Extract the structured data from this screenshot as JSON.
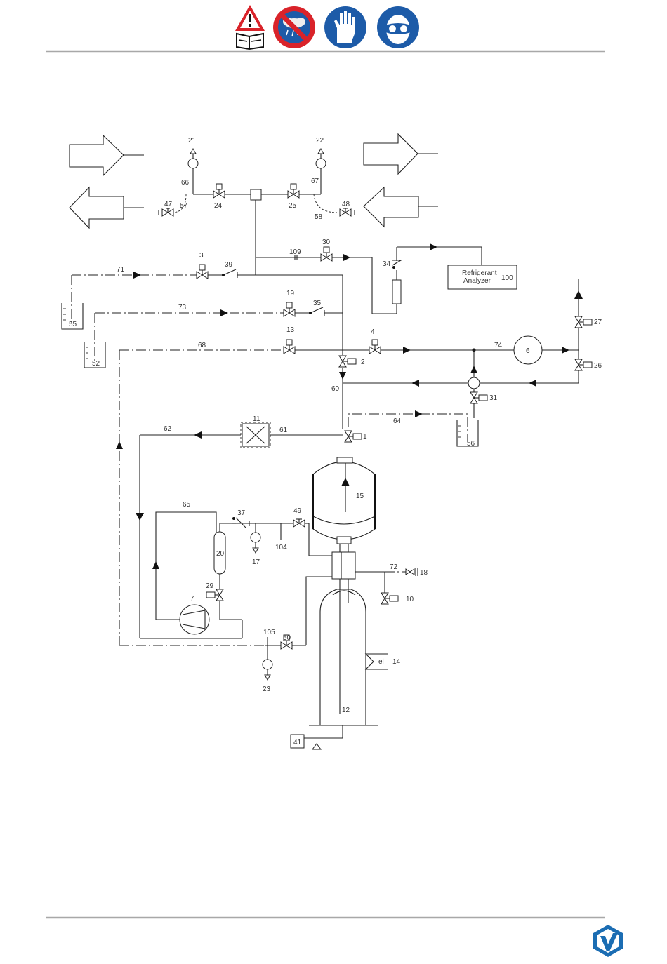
{
  "header": {
    "safety_icons": [
      "read-manual-warning-icon",
      "no-rain-exposure-icon",
      "wear-gloves-icon",
      "wear-goggles-icon"
    ],
    "colors": {
      "warning_red": "#d9232a",
      "mandatory_blue": "#1d5ba8",
      "rule_gray": "#a8a8a8",
      "logo_blue": "#1b6db3"
    }
  },
  "diagram": {
    "labels": {
      "n1": "1",
      "n2": "2",
      "n3": "3",
      "n4": "4",
      "n6": "6",
      "n7": "7",
      "n10": "10",
      "n11": "11",
      "n12": "12",
      "n13": "13",
      "n14": "14",
      "n15": "15",
      "n17": "17",
      "n18": "18",
      "n19": "19",
      "n20": "20",
      "n21": "21",
      "n22": "22",
      "n23": "23",
      "n24": "24",
      "n25": "25",
      "n26": "26",
      "n27": "27",
      "n29": "29",
      "n30": "30",
      "n31": "31",
      "n34": "34",
      "n35": "35",
      "n37": "37",
      "n39": "39",
      "n41": "41",
      "n47": "47",
      "n48": "48",
      "n49": "49",
      "n50": "50",
      "n52": "52",
      "n55": "55",
      "n56": "56",
      "n57": "57",
      "n58": "58",
      "n60": "60",
      "n61": "61",
      "n62": "62",
      "n64": "64",
      "n65": "65",
      "n66": "66",
      "n67": "67",
      "n68": "68",
      "n71": "71",
      "n72": "72",
      "n73": "73",
      "n74": "74",
      "n100": "100",
      "n104": "104",
      "n105": "105",
      "n109": "109",
      "el": "el"
    },
    "analyzer": {
      "line1": "Refrigerant",
      "line2": "Analyzer"
    }
  }
}
